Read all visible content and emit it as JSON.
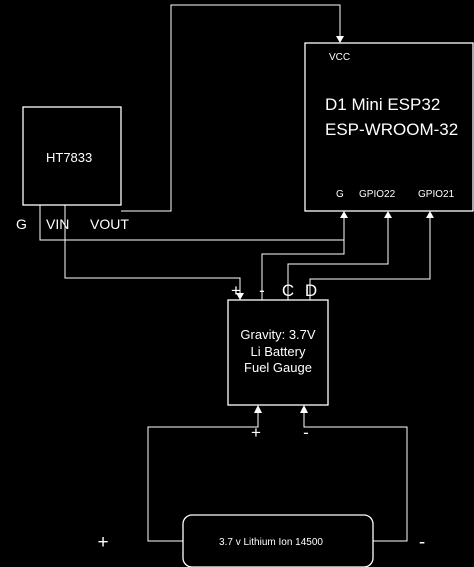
{
  "esp32": {
    "vcc": "VCC",
    "title_line1": "D1 Mini ESP32",
    "title_line2": "ESP-WROOM-32",
    "pin_g": "G",
    "pin_gpio22": "GPIO22",
    "pin_gpio21": "GPIO21"
  },
  "ht7833": {
    "name": "HT7833",
    "pin_g": "G",
    "pin_vin": "VIN",
    "pin_vout": "VOUT"
  },
  "fuel_gauge": {
    "line1": "Gravity: 3.7V",
    "line2": "Li Battery",
    "line3": "Fuel Gauge",
    "top_plus": "+",
    "top_minus": "-",
    "top_c": "C",
    "top_d": "D",
    "bottom_plus": "+",
    "bottom_minus": "-"
  },
  "battery": {
    "label": "3.7 v Lithium Ion 14500",
    "plus": "+",
    "minus": "-"
  }
}
